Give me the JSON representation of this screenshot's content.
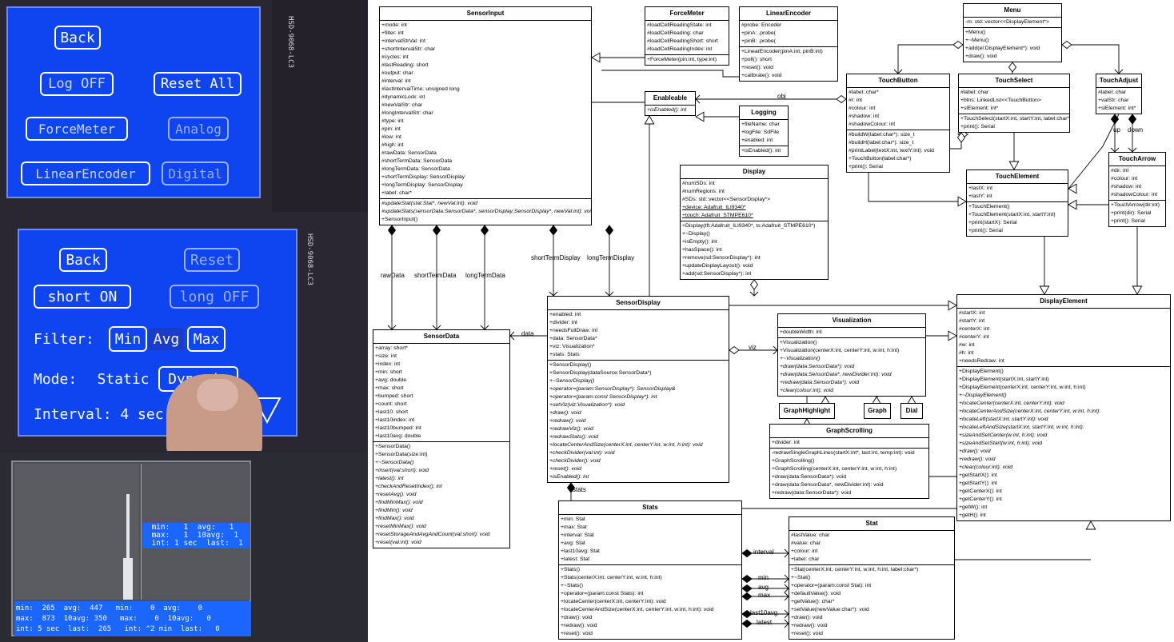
{
  "photo1": {
    "buttons": [
      "Back",
      "Log OFF",
      "Reset All",
      "ForceMeter",
      "Analog",
      "LinearEncoder",
      "Digital"
    ],
    "silk": "HSD-9068-LC3"
  },
  "photo2": {
    "buttons": [
      "Back",
      "Reset",
      "short  ON",
      "long OFF",
      "Min",
      "Avg",
      "Max",
      "Static",
      "Dynamic"
    ],
    "filter_label": "Filter:",
    "mode_label": "Mode:",
    "interval_text": "Interval: 4 sec",
    "silk": "HSD-9068-LC3"
  },
  "photo3": {
    "bottom_rows": [
      "min:  265  avg:  447   min:    0  avg:    0",
      "max:  873  10avg: 350   max:    0  10avg:   0",
      "int: 5 sec  last:  265   int: ^2 min  last:   0"
    ],
    "panel_rows": [
      "  min:   1  avg:   1",
      "  max:   1  10avg:  1",
      "  int: 1 sec  last:  1"
    ]
  },
  "uml": {
    "classes": [
      {
        "id": "SensorInput",
        "name": "SensorInput",
        "sections": [
          [
            "+mode: int",
            "+filter: int",
            "+intervalStrVal: int",
            "+shortIntervalStr: char",
            "#cycles: int",
            "#lastReading: short",
            "#output: char",
            "#interval: int",
            "#lastIntervalTime: unsigned long",
            "#dynamicLock: int",
            "#newValStr: char",
            "#longIntervalStr: char",
            "#type: int",
            "#pin: int",
            "#low: int",
            "#high: int",
            "#rawData: SensorData",
            "#shortTermData: SensorData",
            "#longTermData: SensorData",
            "+shortTermDisplay: SensorDisplay",
            "+longTermDisplay: SensorDisplay",
            "+label: char*"
          ],
          [
            "#updateStat(stat:Stat*, newVal:int): void",
            "#updateStats(sensorData:SensorData*, sensorDisplay:SensorDisplay*, newVal:int): void",
            "+SensorInput()"
          ]
        ],
        "italic": [
          [],
          [
            0,
            1
          ]
        ]
      },
      {
        "id": "ForceMeter",
        "name": "ForceMeter",
        "sections": [
          [
            "#loadCellReadingState: int",
            "#loadCellReading: char",
            "#loadCellReadingShort: short",
            "#loadCellReadingIndex: int"
          ],
          [
            "+ForceMeter(pin:int, type:int)"
          ]
        ]
      },
      {
        "id": "LinearEncoder",
        "name": "LinearEncoder",
        "sections": [
          [
            "#probe: Encoder",
            "+pinA: .probe(",
            "+pinB: .probe("
          ],
          [
            "+LinearEncoder(pinA:int, pinB:int)",
            "+poll(): short",
            "+reset(): void",
            "+calibrate(): void"
          ]
        ]
      },
      {
        "id": "Enableable",
        "name": "Enableable",
        "sections": [
          [
            "+isEnabled(): int"
          ]
        ],
        "italic": [
          [
            0
          ]
        ]
      },
      {
        "id": "Logging",
        "name": "Logging",
        "sections": [
          [
            "+fileName: char",
            "+logFile: SdFile",
            "+enabled: int"
          ],
          [
            "+isEnabled(): int"
          ]
        ]
      },
      {
        "id": "Menu",
        "name": "Menu",
        "sections": [
          [
            "-m: std::vector<<DisplayElement*>"
          ],
          [
            "+Menu()",
            "+~Menu()",
            "+add(el:DisplayElement*): void",
            "+draw(): void"
          ]
        ]
      },
      {
        "id": "TouchButton",
        "name": "TouchButton",
        "sections": [
          [
            "#label: char*",
            "#r: int",
            "#colour: int",
            "#shadow: int",
            "#shadowColour: int"
          ],
          [
            "#buildW(label:char*): size_t",
            "#buildH(label:char*): size_t",
            "#printLabel(textX:int, textY:int): void",
            "+TouchButton(label:char*)",
            "+print(): Serial"
          ]
        ]
      },
      {
        "id": "TouchSelect",
        "name": "TouchSelect",
        "sections": [
          [
            "#label: char",
            "+btns: LinkedList<<TouchButton>",
            "+slElement: int*"
          ],
          [
            "+TouchSelect(startX:int, startY:int, label:char*,",
            "+print(): Serial"
          ]
        ]
      },
      {
        "id": "TouchAdjust",
        "name": "TouchAdjust",
        "sections": [
          [
            "#label: char",
            "+valStr: char",
            "+slElement: int*"
          ]
        ]
      },
      {
        "id": "TouchArrow",
        "name": "TouchArrow",
        "sections": [
          [
            "#dir: int",
            "#colour: int",
            "#shadow: int",
            "#shadowColour: int"
          ],
          [
            "+TouchArrow(dir:int)",
            "+print(dir): Serial",
            "+print(): Serial"
          ]
        ]
      },
      {
        "id": "TouchElement",
        "name": "TouchElement",
        "sections": [
          [
            "+lastX: int",
            "+lastY: int"
          ],
          [
            "+TouchElement()",
            "+TouchElement(startX:int, startY:int)",
            "+print(startX): Serial",
            "+print(): Serial"
          ]
        ]
      },
      {
        "id": "Display",
        "name": "Display",
        "sections": [
          [
            "#numSDs: int",
            "#numRegions: int",
            "#SDs: std::vector<<SensorDisplay*>",
            "+device: Adafruit_ILI9340*",
            "+touch: Adafruit_STMPE610*"
          ],
          [
            "+Display(tft:Adafruit_ILI9340*, ts:Adafruit_STMPE610*)",
            "+~Display()",
            "+isEmpty(): int",
            "+hasSpace(): int",
            "+remove(sd:SensorDisplay*): int",
            "+updateDisplayLayout(): void",
            "+add(sd:SensorDisplay*): int"
          ]
        ],
        "underline": [
          [
            3,
            4
          ],
          []
        ]
      },
      {
        "id": "SensorData",
        "name": "SensorData",
        "sections": [
          [
            "+array: short*",
            "+size: int",
            "+index: int",
            "+min: short",
            "+avg: double",
            "+max: short",
            "+bumped: short",
            "+count: short",
            "+last10: short",
            "+last10index: int",
            "+last10bumped: int",
            "+last10avg: double"
          ],
          [
            "+SensorData()",
            "+SensorData(size:int)",
            "+~SensorData()",
            "+insert(val:short): void",
            "+latest(): int",
            "+checkAndResetIndex(): int",
            "+resetAvg(): void",
            "+findMinMax(): void",
            "+findMin(): void",
            "+findMax(): void",
            "+resetMinMax(): void",
            "+resetStorageAndAvgAndCount(val:short): void",
            "+reset(val:int): void"
          ]
        ],
        "italic": [
          [],
          [
            2,
            3,
            4,
            5,
            6,
            7,
            8,
            9,
            10,
            11,
            12
          ]
        ]
      },
      {
        "id": "SensorDisplay",
        "name": "SensorDisplay",
        "sections": [
          [
            "+enabled: int",
            "+divider: int",
            "+needsFullDraw: int",
            "+data: SensorData*",
            "+viz: Visualization*",
            "+stats: Stats"
          ],
          [
            "+SensorDisplay()",
            "+SensorDisplay(dataSource:SensorData*)",
            "+~SensorDisplay()",
            "+operator=(param:SensorDisplay*): SensorDisplay&",
            "+operator=(param:const SensorDisplay*): int",
            "+setViz(viz:Visualization*): void",
            "+draw(): void",
            "+redraw(): void",
            "+redrawViz(): void",
            "+redrawStats(): void",
            "+locateCenterAndSize(centerX:int, centerY:int, w:int, h:int): void",
            "+checkDivider(val:int): void",
            "+checkDivider(): void",
            "+reset(): void",
            "+isEnabled(): int"
          ]
        ],
        "italic": [
          [],
          [
            2,
            3,
            4,
            5,
            6,
            7,
            8,
            9,
            10,
            11,
            12,
            13,
            14
          ]
        ]
      },
      {
        "id": "Visualization",
        "name": "Visualization",
        "sections": [
          [
            "+doubleWidth: int"
          ],
          [
            "+Visualization()",
            "+Visualization(centerX:int, centerY:int, w:int, h:int)",
            "+~Visualization()",
            "+draw(data:SensorData*): void",
            "+draw(data:SensorData*, newDivider:int): void",
            "+redraw(data:SensorData*): void",
            "+clear(colour:int): void"
          ]
        ],
        "italic": [
          [],
          [
            2,
            3,
            4,
            5,
            6
          ]
        ]
      },
      {
        "id": "GraphHighlight",
        "name": "GraphHighlight",
        "sections": []
      },
      {
        "id": "Graph",
        "name": "Graph",
        "sections": []
      },
      {
        "id": "Dial",
        "name": "Dial",
        "sections": []
      },
      {
        "id": "GraphScrolling",
        "name": "GraphScrolling",
        "sections": [
          [
            "+divider: int"
          ],
          [
            "-redrawSingleGraphLines(startX:int*, last:int, temp:int): void",
            "+GraphScrolling()",
            "+GraphScrolling(centerX:int, centerY:int, w:int, h:int)",
            "+draw(data:SensorData*): void",
            "+draw(data:SensorData*, newDivider:int): void",
            "+redraw(data:SensorData*): void"
          ]
        ]
      },
      {
        "id": "DisplayElement",
        "name": "DisplayElement",
        "sections": [
          [
            "#startX: int",
            "#startY: int",
            "#centerX: int",
            "#centerY: int",
            "#w: int",
            "#h: int",
            "+needsRedraw: int"
          ],
          [
            "+DisplayElement()",
            "+DisplayElement(startX:int, startY:int)",
            "+DisplayElement(centerX:int, centerY:int, w:int, h:int)",
            "+~DisplayElement()",
            "+locateCenter(centerX:int, centerY:int): void",
            "+locateCenterAndSize(centerX:int, centerY:int, w:int, h:int):",
            "+locateLeft(startX:int, startY:int): void",
            "+locateLeftAndSize(startX:int, startY:int, w:int, h:int):",
            "+sizeAndSetCenter(w:int, h:int): void",
            "+sizeAndSetStart(w:int, h:int): void",
            "+draw(): void",
            "+redraw(): void",
            "+clear(colour:int): void",
            "+getStartX(): int",
            "+getStartY(): int",
            "+getCenterX(): int",
            "+getCenterY(): int",
            "+getW(): int",
            "+getH(): int"
          ]
        ],
        "italic": [
          [],
          [
            3,
            4,
            5,
            6,
            7,
            8,
            9,
            10,
            11,
            12
          ]
        ]
      },
      {
        "id": "Stats",
        "name": "Stats",
        "sections": [
          [
            "+min: Stat",
            "+max: Stat",
            "+interval: Stat",
            "+avg: Stat",
            "+last10avg: Stat",
            "+latest: Stat"
          ],
          [
            "+Stats()",
            "+Stats(centerX:int, centerY:int, w:int, h:int)",
            "+~Stats()",
            "+operator=(param:const Stats): int",
            "+locateCenter(centerX:int, centerY:int): void",
            "+locateCenterAndSize(centerX:int, centerY:int, w:int, h:int): void",
            "+draw(): void",
            "+redraw(): void",
            "+reset(): void"
          ]
        ]
      },
      {
        "id": "Stat",
        "name": "Stat",
        "sections": [
          [
            "#lastValue: char",
            "#value: char",
            "+colour: int",
            "+label: char"
          ],
          [
            "+Stat(centerX:int, centerY:int, w:int, h:int, label:char*)",
            "+~Stat()",
            "+operator=(param:const Stat): int",
            "+defaultValue(): void",
            "+getValue(): char*",
            "+setValue(newValue:char*): void",
            "+draw(): void",
            "+redraw(): void",
            "+reset(): void"
          ]
        ]
      }
    ],
    "edge_labels": {
      "rawData": "rawData",
      "shortTermData": "shortTermData",
      "longTermData": "longTermData",
      "shortTermDisplay": "shortTermDisplay",
      "longTermDisplay": "longTermDisplay",
      "data": "data",
      "viz": "viz",
      "stats": "stats",
      "obj": "obj",
      "up": "up",
      "down": "down",
      "interval": "interval",
      "min": "min",
      "avg": "avg",
      "max": "max",
      "last10avg": "last10avg",
      "latest": "latest"
    }
  }
}
